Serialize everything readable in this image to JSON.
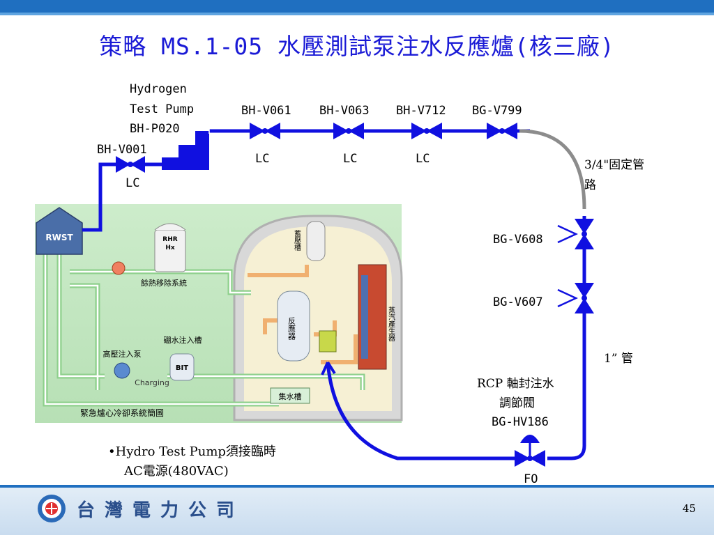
{
  "title": "策略 MS.1-05 水壓測試泵注水反應爐(核三廠)",
  "pump": {
    "line1": "Hydrogen",
    "line2": "Test Pump",
    "line3": "BH-P020"
  },
  "valves": {
    "bh_v001": "BH-V001",
    "bh_v001_state": "LC",
    "bh_v061": "BH-V061",
    "bh_v061_state": "LC",
    "bh_v063": "BH-V063",
    "bh_v063_state": "LC",
    "bh_v712": "BH-V712",
    "bh_v712_state": "LC",
    "bg_v799": "BG-V799",
    "bg_v608": "BG-V608",
    "bg_v607": "BG-V607",
    "bg_hv186": "BG-HV186",
    "bg_hv186_state": "FO"
  },
  "pipe_fixed_line1": "3/4\"固定管",
  "pipe_fixed_line2": "路",
  "pipe_1in": "1” 管",
  "rcp_line1": "RCP 軸封注水",
  "rcp_line2": "調節閥",
  "note_line1": "•Hydro Test Pump須接臨時",
  "note_line2": "AC電源(480VAC)",
  "inset": {
    "rwst": "RWST",
    "rhr_line1": "RHR",
    "rhr_line2": "Hx",
    "rhr_system": "餘熱移除系統",
    "accumulator": "蓄壓槽",
    "reactor": "反應器",
    "steam_generator": "蒸汽產生器",
    "boron_tank": "硼水注入槽",
    "bit": "BIT",
    "hp_pump": "高壓注入泵",
    "charging": "Charging",
    "sump": "集水槽",
    "eccs": "緊急爐心冷卻系統簡圖"
  },
  "company": "台灣電力公司",
  "page_number": "45",
  "colors": {
    "pipe": "#1010e0",
    "fixed_pipe": "#8c8c8c",
    "title": "#1a1ad6",
    "header": "#1f6fc0"
  }
}
